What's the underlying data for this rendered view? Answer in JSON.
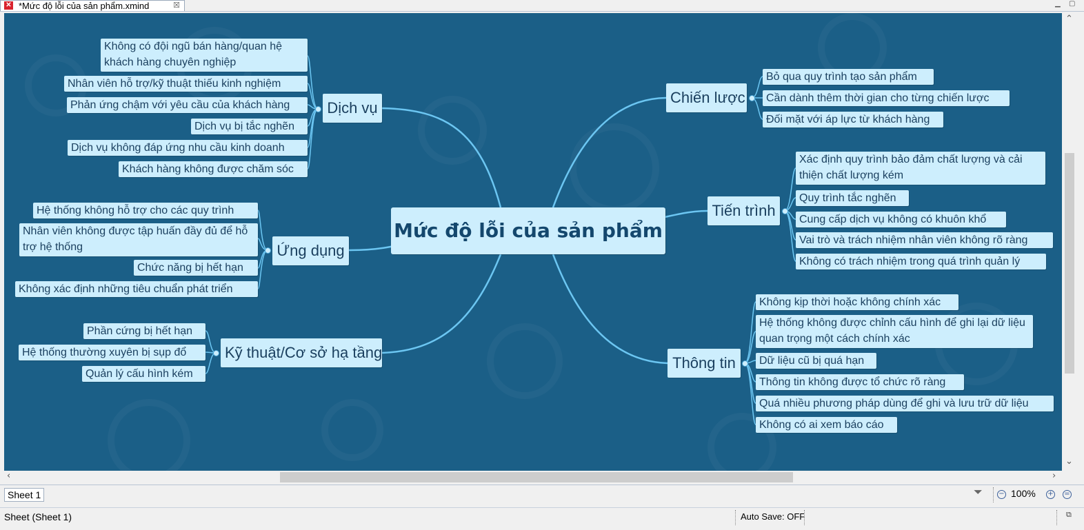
{
  "window": {
    "tab_title": "*Mức độ lỗi của sản phẩm.xmind"
  },
  "central": "Mức độ lỗi của sản phẩm",
  "topics": {
    "dich_vu": {
      "label": "Dịch vụ",
      "items": [
        "Không có đội ngũ bán hàng/quan hệ khách hàng chuyên nghiệp",
        "Nhân viên hỗ trợ/kỹ thuật thiếu kinh nghiệm",
        "Phản ứng chậm với yêu cầu của khách hàng",
        "Dịch vụ bị tắc nghẽn",
        "Dịch vụ không đáp ứng nhu cầu kinh doanh",
        "Khách hàng không được chăm sóc"
      ]
    },
    "ung_dung": {
      "label": "Ứng dụng",
      "items": [
        "Hệ thống không hỗ trợ cho các quy trình",
        "Nhân viên không được tập huấn đầy đủ để hỗ trợ hệ thống",
        "Chức năng bị hết hạn",
        "Không xác định những tiêu chuẩn phát triển"
      ]
    },
    "ky_thuat": {
      "label": "Kỹ thuật/Cơ sở hạ tầng",
      "items": [
        "Phần cứng bị hết hạn",
        "Hệ thống thường xuyên bị sụp đổ",
        "Quản lý cấu hình kém"
      ]
    },
    "chien_luoc": {
      "label": "Chiến lược",
      "items": [
        "Bỏ qua quy trình tạo sản phẩm",
        "Cần dành thêm thời gian cho từng chiến lược",
        "Đối mặt với áp lực từ khách hàng"
      ]
    },
    "tien_trinh": {
      "label": "Tiến trình",
      "items": [
        "Xác định quy trình bảo đảm chất lượng và cải thiện chất lượng kém",
        "Quy trình tắc nghẽn",
        "Cung cấp dịch vụ không có khuôn khổ",
        "Vai trò và trách nhiệm nhân viên không rõ ràng",
        "Không có trách nhiệm trong quá trình quản lý"
      ]
    },
    "thong_tin": {
      "label": "Thông tin",
      "items": [
        "Không kịp thời hoặc không chính xác",
        "Hệ thống không được chỉnh cấu hình để ghi lại dữ liệu quan trọng một cách chính xác",
        "Dữ liệu cũ bị quá hạn",
        "Thông tin không được tổ chức rõ ràng",
        "Quá nhiều phương pháp dùng để ghi và lưu trữ dữ liệu",
        "Không có ai xem báo cáo"
      ]
    }
  },
  "sheet_tab": "Sheet 1",
  "zoom": "100%",
  "status": {
    "sheet": "Sheet (Sheet 1)",
    "autosave": "Auto Save: OFF"
  },
  "colors": {
    "canvas": "#1b5f87",
    "node": "#cdeefd",
    "line": "#6cc6f2",
    "text": "#1a3f5e"
  }
}
